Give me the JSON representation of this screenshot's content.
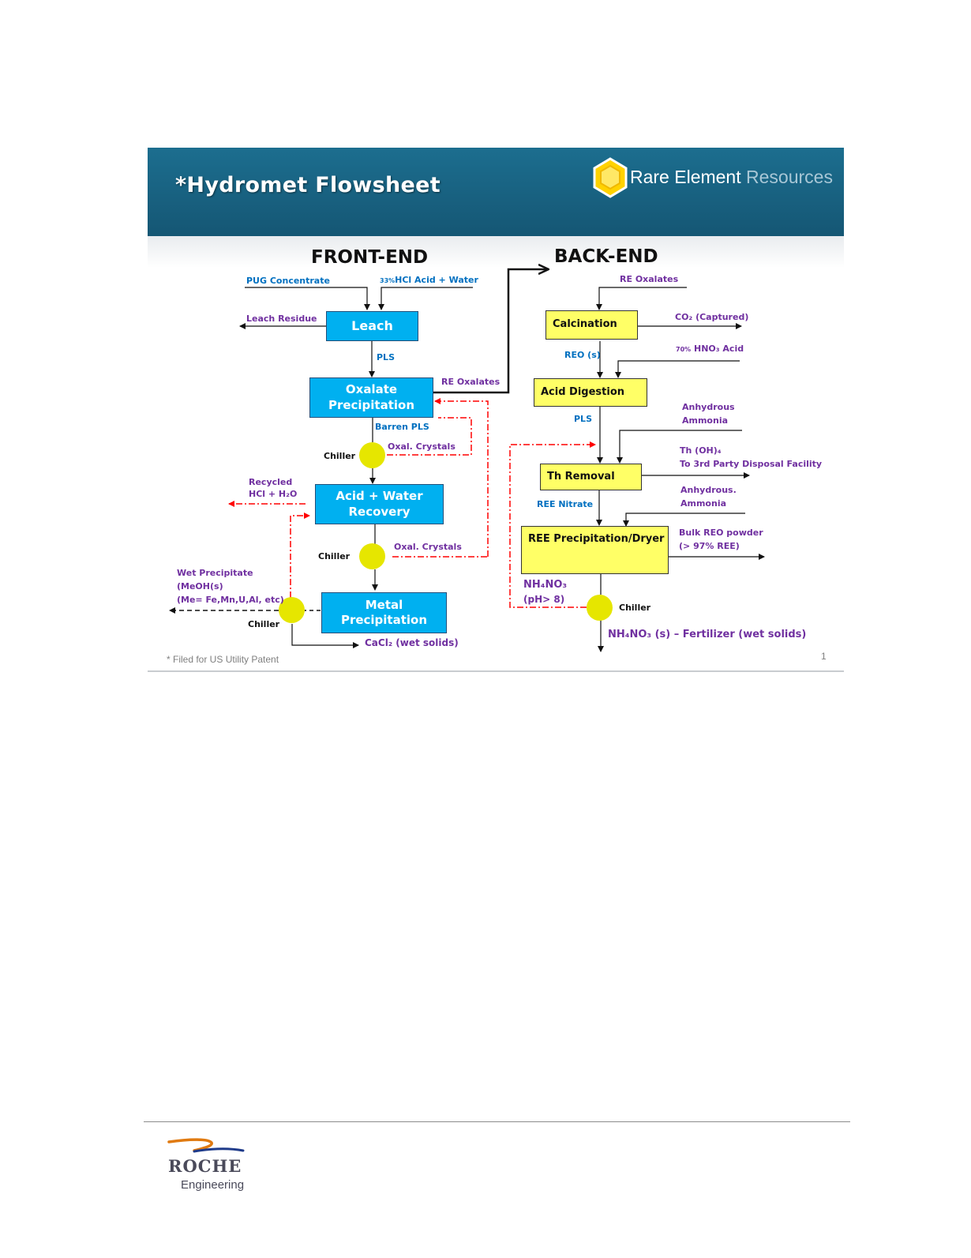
{
  "slide": {
    "title": "*Hydromet Flowsheet",
    "logo_name": "Rare Element",
    "logo_name_suffix": "Resources",
    "footnote": "* Filed for US Utility Patent",
    "page_number": "1"
  },
  "headings": {
    "front_end": "FRONT-END",
    "back_end": "BACK-END"
  },
  "front_end": {
    "pug_concentrate": "PUG Concentrate",
    "hcl_pct": "33%",
    "hcl_acid": "HCl Acid + Water",
    "leach_residue": "Leach  Residue",
    "leach": "Leach",
    "pls": "PLS",
    "oxalate_precipitation": "Oxalate Precipitation",
    "re_oxalates": "RE Oxalates",
    "barren_pls": "Barren PLS",
    "oxal_crystals_1": "Oxal. Crystals",
    "chiller_1": "Chiller",
    "recycled_line1": "Recycled",
    "recycled_line2": "HCl + H₂O",
    "acid_water_recovery": "Acid + Water Recovery",
    "chiller_2": "Chiller",
    "oxal_crystals_2": "Oxal. Crystals",
    "wet_precipitate_1": "Wet Precipitate",
    "wet_precipitate_2": "(MeOH(s)",
    "wet_precipitate_3": "(Me= Fe,Mn,U,Al, etc)",
    "chiller_3": "Chiller",
    "metal_precipitation": "Metal Precipitation",
    "cacl2": "CaCl₂ (wet solids)"
  },
  "back_end": {
    "re_oxalates_in": "RE Oxalates",
    "calcination": "Calcination",
    "co2_captured": "CO₂ (Captured)",
    "reo_s": "REO (s)",
    "hno3_pct": "70%",
    "hno3_acid": "HNO₃  Acid",
    "acid_digestion": "Acid Digestion",
    "pls": "PLS",
    "anhydrous_ammonia_1a": "Anhydrous",
    "anhydrous_ammonia_1b": "Ammonia",
    "th_removal": "Th Removal",
    "th_oh_1": "Th (OH)₄",
    "th_oh_2": "To 3rd Party Disposal Facility",
    "ree_nitrate": "REE Nitrate",
    "anhydrous_ammonia_2a": "Anhydrous.",
    "anhydrous_ammonia_2b": "Ammonia",
    "ree_precipitation_dryer": "REE Precipitation/Dryer",
    "bulk_reo_1": "Bulk REO powder",
    "bulk_reo_2": "(> 97% REE)",
    "nh4no3_1": "NH₄NO₃",
    "nh4no3_2": "(pH> 8)",
    "chiller": "Chiller",
    "fertilizer": "NH₄NO₃ (s) – Fertilizer (wet solids)"
  },
  "footer": {
    "company": "ROCHE",
    "division": "Engineering"
  },
  "colors": {
    "banner": "#18607f",
    "process_blue": "#00b0f0",
    "process_yellow": "#ffff66",
    "chiller_yellow": "#e6e600",
    "recycle_red": "#ff0000",
    "label_purple": "#7030a0",
    "label_blue": "#0070c0"
  }
}
